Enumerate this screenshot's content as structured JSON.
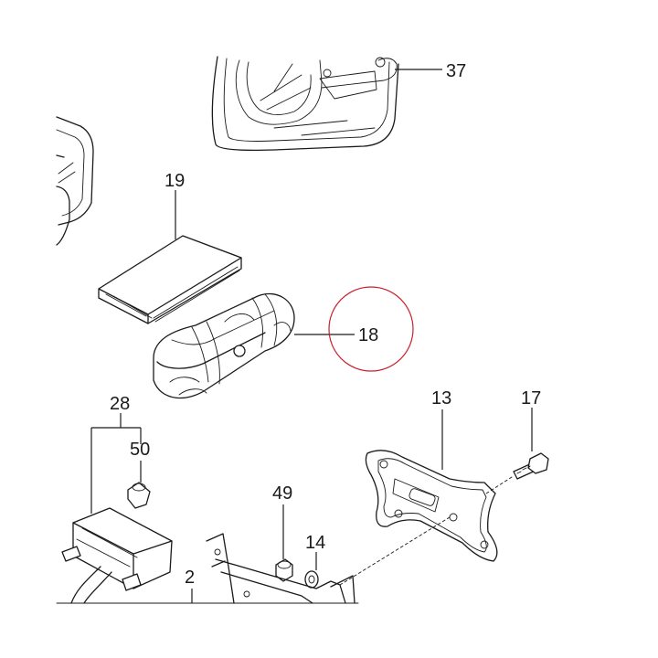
{
  "callouts": {
    "p37": "37",
    "p19": "19",
    "p18": "18",
    "p28": "28",
    "p50": "50",
    "p13": "13",
    "p17": "17",
    "p49": "49",
    "p14": "14",
    "p2": "2"
  },
  "highlighted_part": "18",
  "highlight_color": "#c8202c"
}
